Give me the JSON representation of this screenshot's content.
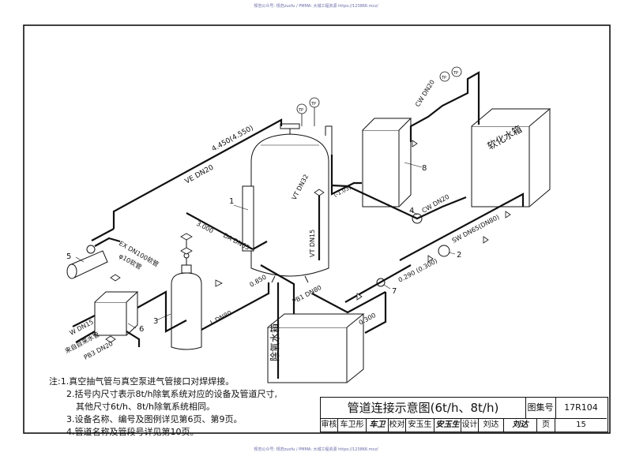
{
  "watermark_top": "规范公众号: 规范zuofu / PMMA: 大城工程资源 https://123866.mcz/",
  "watermark_bottom": "规范公众号: 规范zuofu / PMMA: 大城工程资源 https://123866.mcz/",
  "labels": {
    "ve_pipe": "VE DN20",
    "elev_top": "4.450(4.550)",
    "vt_pipe": "VT DN32",
    "vt_pipe2": "VT DN15",
    "da_pipe": "DA DN65",
    "elev_3000": "3.000",
    "elev_0850": "0.850",
    "ex_pipe": "EX DN100软管",
    "flex_hose": "φ10软管",
    "w_pipe": "W DN15",
    "water_in": "来自自来水管",
    "pb3_pipe": "PB3 DN20",
    "l_pipe": "L DN80",
    "pb1_pipe": "PB1 DN80",
    "elev_0300": "0.300",
    "elev_0290": "0.290 (0.300)",
    "cw_pipe_top": "CW DN20",
    "cw_pipe_mid": "CW DN20",
    "sw_pipe": "SW DN65(DN80)",
    "elev_l3": "(-1.03)",
    "soft_tank": "软化水箱",
    "deox_tank": "除氧水箱",
    "gauge": "TP",
    "num_1": "1",
    "num_2": "2",
    "num_3": "3",
    "num_4": "4",
    "num_5": "5",
    "num_6": "6",
    "num_7": "7",
    "num_8": "8"
  },
  "notes": {
    "prefix": "注:",
    "n1": "1.真空抽气管与真空泵进气管接口对焊焊接。",
    "n2a": "2.括号内尺寸表示8t/h除氧系统对应的设备及管道尺寸,",
    "n2b": "其他尺寸6t/h、8t/h除氧系统相同。",
    "n3": "3.设备名称、编号及图例详见第6页、第9页。",
    "n4": "4.管道名称及管段号详见第10页。"
  },
  "titleblock": {
    "title": "管道连接示意图(6t/h、8t/h)",
    "atlas_label": "图集号",
    "atlas_no": "17R104",
    "review_label": "审核",
    "review_name": "车卫彤",
    "review_sig": "车卫彤",
    "check_label": "校对",
    "check_name": "安玉生",
    "check_sig": "安玉生",
    "design_label": "设计",
    "design_name": "刘达",
    "design_sig": "刘达",
    "page_label": "页",
    "page_no": "15"
  }
}
